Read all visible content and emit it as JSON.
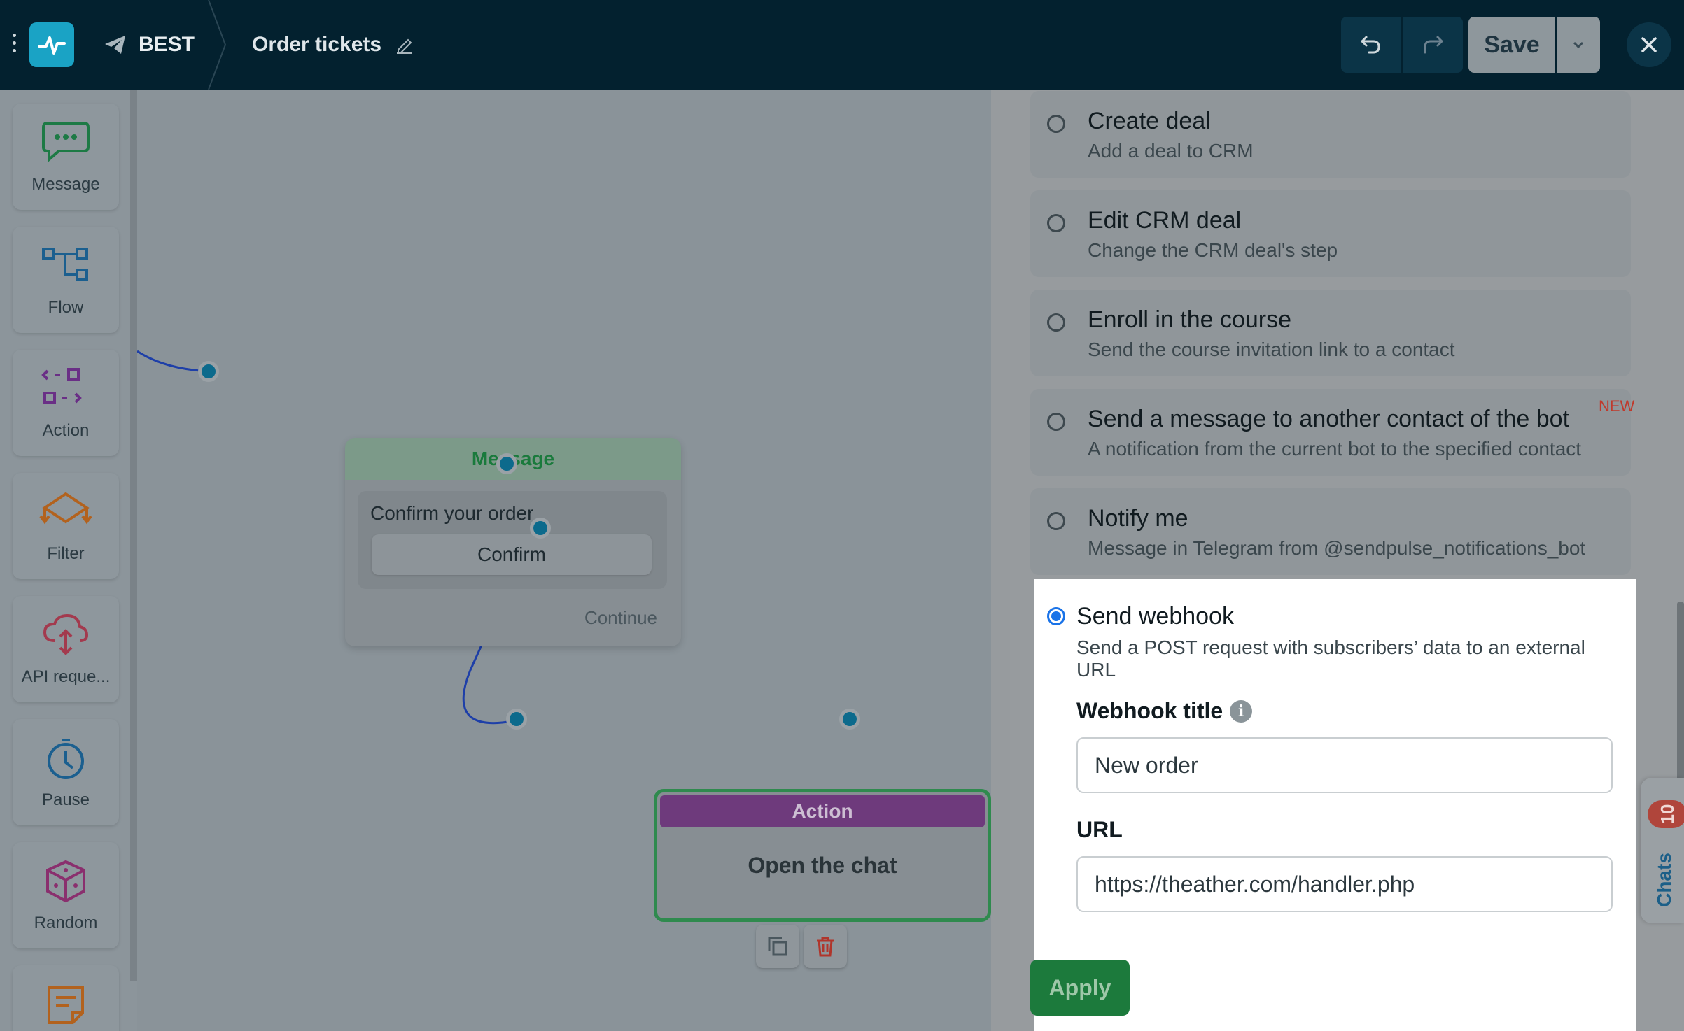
{
  "header": {
    "bot_name": "BEST",
    "flow_name": "Order tickets",
    "save_label": "Save"
  },
  "palette": {
    "items": [
      {
        "label": "Message",
        "icon": "message-bubble-icon"
      },
      {
        "label": "Flow",
        "icon": "flow-icon"
      },
      {
        "label": "Action",
        "icon": "action-icon"
      },
      {
        "label": "Filter",
        "icon": "filter-icon"
      },
      {
        "label": "API reque...",
        "icon": "api-cloud-icon"
      },
      {
        "label": "Pause",
        "icon": "stopwatch-icon"
      },
      {
        "label": "Random",
        "icon": "dice-icon"
      },
      {
        "label": "",
        "icon": "note-icon"
      }
    ]
  },
  "canvas": {
    "message_node": {
      "header": "Message",
      "text": "Confirm your order",
      "button": "Confirm",
      "continue": "Continue"
    },
    "action_node": {
      "header": "Action",
      "text": "Open the chat"
    }
  },
  "panel": {
    "options": [
      {
        "title": "Create deal",
        "desc": "Add a deal to CRM"
      },
      {
        "title": "Edit CRM deal",
        "desc": "Change the CRM deal's step"
      },
      {
        "title": "Enroll in the course",
        "desc": "Send the course invitation link to a contact"
      },
      {
        "title": "Send a message to another contact of the bot",
        "desc": "A notification from the current bot to the specified contact",
        "badge": "NEW"
      },
      {
        "title": "Notify me",
        "desc": "Message in Telegram from @sendpulse_notifications_bot"
      }
    ],
    "webhook": {
      "title": "Send webhook",
      "desc": "Send a POST request with subscribers’ data to an external URL",
      "title_label": "Webhook title",
      "title_value": "New order",
      "url_label": "URL",
      "url_value": "https://theather.com/handler.php",
      "selected": true
    },
    "apply_label": "Apply"
  },
  "chats": {
    "label": "Chats",
    "count": "10"
  },
  "colors": {
    "topbar": "#03212f",
    "accent": "#1aa3c5",
    "message_green": "#1a7a3c",
    "action_purple": "#6e3a7c",
    "radio_blue": "#1a73e8",
    "badge_red": "#c0392b"
  }
}
